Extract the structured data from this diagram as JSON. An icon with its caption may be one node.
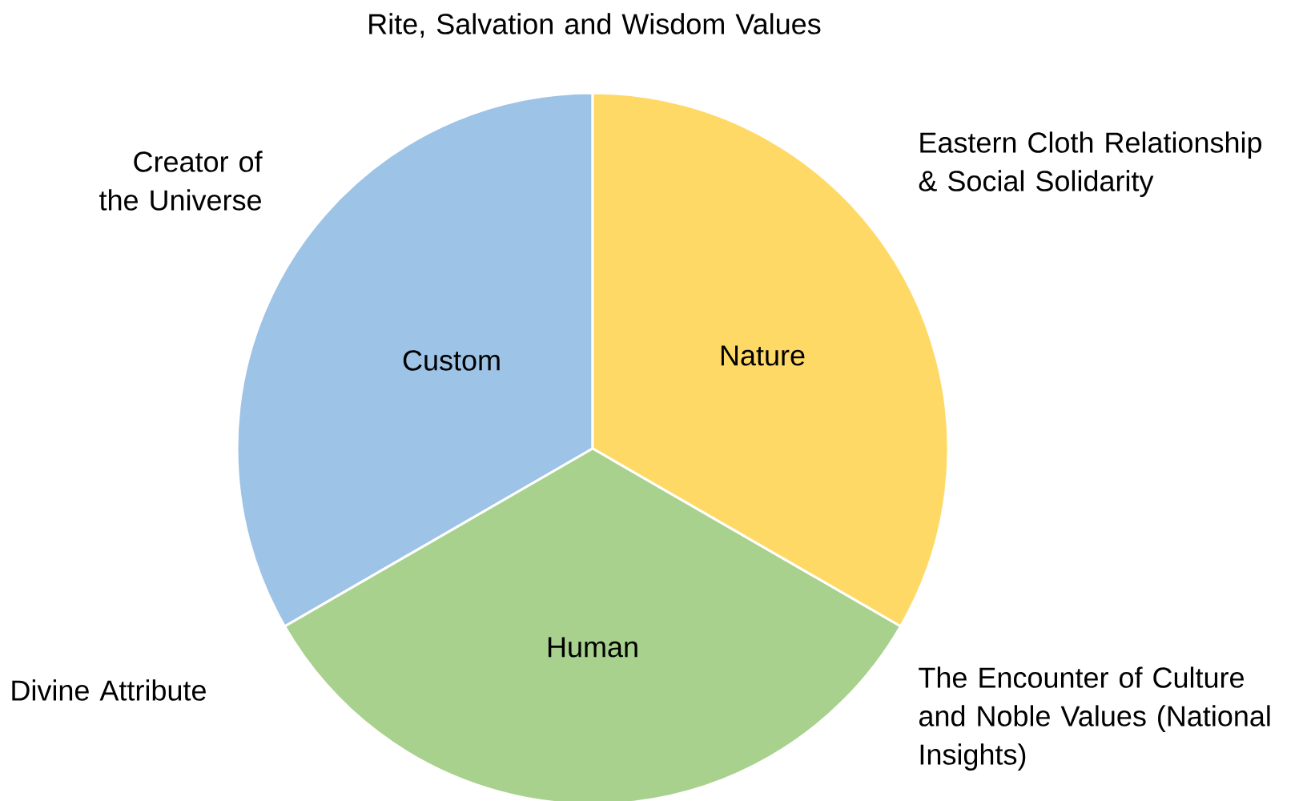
{
  "diagram": {
    "nodes": [
      {
        "text": [
          "Custom"
        ]
      },
      {
        "text": [
          "Nature"
        ]
      },
      {
        "text": [
          "Human"
        ]
      }
    ],
    "labels": [
      "Rite, Salvation and Wisdom Values",
      "Creator of the Universe",
      "Eastern Cloth Relationship & Social Solidarity",
      "Divine Attribute",
      "The Encounter of Culture and Noble Values (National Insights)"
    ]
  }
}
